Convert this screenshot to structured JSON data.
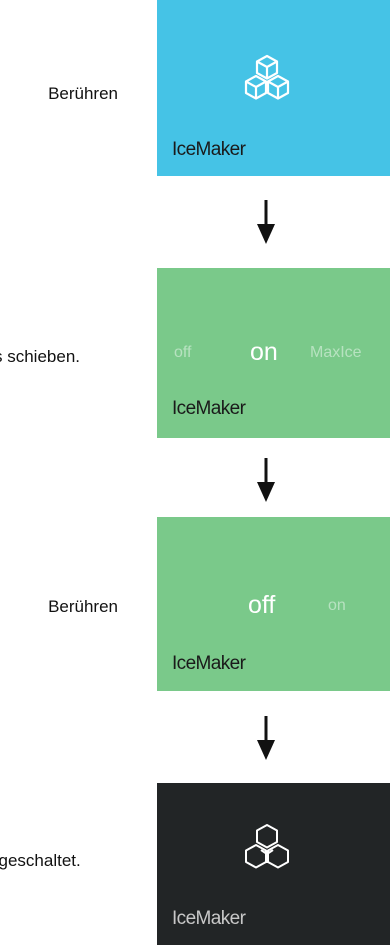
{
  "steps": [
    {
      "instruction": "Berühren",
      "tile": {
        "title": "IceMaker",
        "icon": "ice-cubes-icon",
        "background": "#45c3e6",
        "text_color": "#1a1a1a"
      }
    },
    {
      "instruction": "s schieben.",
      "tile": {
        "title": "IceMaker",
        "background": "#7ac98a",
        "text_color": "#1a1a1a",
        "modes": [
          "off",
          "on",
          "MaxIce"
        ],
        "selected_mode": "on"
      }
    },
    {
      "instruction": "Berühren",
      "tile": {
        "title": "IceMaker",
        "background": "#7ac98a",
        "text_color": "#1a1a1a",
        "modes": [
          "off",
          "on"
        ],
        "selected_mode": "off"
      }
    },
    {
      "instruction": "sgeschaltet.",
      "tile": {
        "title": "IceMaker",
        "icon": "ice-cubes-outline-icon",
        "background": "#222526",
        "text_color": "#c8c8c8"
      }
    }
  ],
  "arrow_icon": "arrow-down-icon"
}
